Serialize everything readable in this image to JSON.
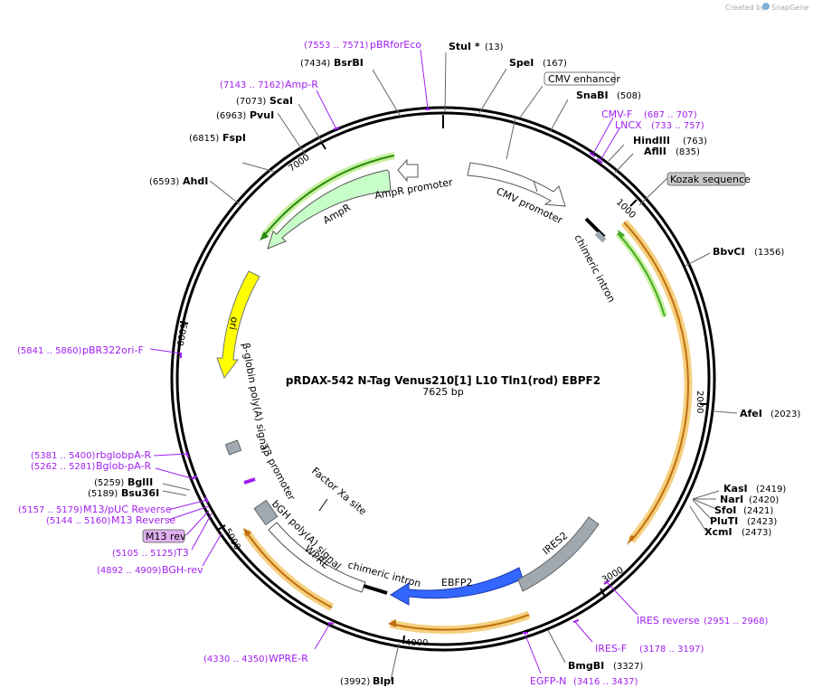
{
  "header": {
    "created_by": "Created by",
    "brand": "SnapGene"
  },
  "map": {
    "name": "pRDAX-542    N-Tag Venus210[1] L10 Tln1(rod) EBPF2",
    "length": "7625 bp",
    "ticks": [
      "1000",
      "2000",
      "3000",
      "4000",
      "5000",
      "6000",
      "7000"
    ]
  },
  "sites": [
    {
      "name": "StuI *",
      "pos": "(13)"
    },
    {
      "name": "SpeI",
      "pos": "(167)"
    },
    {
      "name": "SnaBI",
      "pos": "(508)"
    },
    {
      "name": "HindIII",
      "pos": "(763)"
    },
    {
      "name": "AflII",
      "pos": "(835)"
    },
    {
      "name": "BbvCI",
      "pos": "(1356)"
    },
    {
      "name": "AfeI",
      "pos": "(2023)"
    },
    {
      "name": "KasI",
      "pos": "(2419)"
    },
    {
      "name": "NarI",
      "pos": "(2420)"
    },
    {
      "name": "SfoI",
      "pos": "(2421)"
    },
    {
      "name": "PluTI",
      "pos": "(2423)"
    },
    {
      "name": "XcmI",
      "pos": "(2473)"
    },
    {
      "name": "BmgBI",
      "pos": "(3327)"
    },
    {
      "name": "BlpI",
      "pos": "(3992)"
    },
    {
      "name": "Bsu36I",
      "pos": "(5189)"
    },
    {
      "name": "BglII",
      "pos": "(5259)"
    },
    {
      "name": "AhdI",
      "pos": "(6593)"
    },
    {
      "name": "FspI",
      "pos": "(6815)"
    },
    {
      "name": "PvuI",
      "pos": "(6963)"
    },
    {
      "name": "ScaI",
      "pos": "(7073)"
    },
    {
      "name": "BsrBI",
      "pos": "(7434)"
    }
  ],
  "primers": [
    {
      "name": "pBRforEco",
      "pos": "(7553 .. 7571)"
    },
    {
      "name": "Amp-R",
      "pos": "(7143 .. 7162)"
    },
    {
      "name": "CMV-F",
      "pos": "(687 .. 707)"
    },
    {
      "name": "LNCX",
      "pos": "(733 .. 757)"
    },
    {
      "name": "pBR322ori-F",
      "pos": "(5841 .. 5860)"
    },
    {
      "name": "rbglobpA-R",
      "pos": "(5381 .. 5400)"
    },
    {
      "name": "Bglob-pA-R",
      "pos": "(5262 .. 5281)"
    },
    {
      "name": "M13/pUC Reverse",
      "pos": "(5157 .. 5179)"
    },
    {
      "name": "M13 Reverse",
      "pos": "(5144 .. 5160)"
    },
    {
      "name": "T3",
      "pos": "(5105 .. 5125)"
    },
    {
      "name": "BGH-rev",
      "pos": "(4892 .. 4909)"
    },
    {
      "name": "WPRE-R",
      "pos": "(4330 .. 4350)"
    },
    {
      "name": "IRES reverse",
      "pos": "(2951 .. 2968)"
    },
    {
      "name": "IRES-F",
      "pos": "(3178 .. 3197)"
    },
    {
      "name": "EGFP-N",
      "pos": "(3416 .. 3437)"
    }
  ],
  "boxed": {
    "cmv_enhancer": "CMV enhancer",
    "kozak": "Kozak sequence",
    "m13rev": "M13 rev"
  },
  "features": {
    "cmv_promoter": "CMV promoter",
    "chimeric_intron": "chimeric intron",
    "ampr_promoter": "AmpR promoter",
    "ampr": "AmpR",
    "ori": "ori",
    "bglobin": "β-globin poly(A) signal",
    "t3": "T3 promoter",
    "factorxa": "Factor Xa site",
    "bgh": "bGH poly(A) signal",
    "wpre": "WPRE",
    "chimeric_intron2": "chimeric intron",
    "ires2": "IRES2",
    "ebfp2": "EBFP2"
  },
  "colors": {
    "ampr": "#c8ffc8",
    "ori": "#ffff00",
    "ebfp2": "#3366ff",
    "ires": "#a0a8b0",
    "orf_orange": "#e8a020",
    "orf_green": "#44aa22",
    "primer": "#a020f0"
  }
}
